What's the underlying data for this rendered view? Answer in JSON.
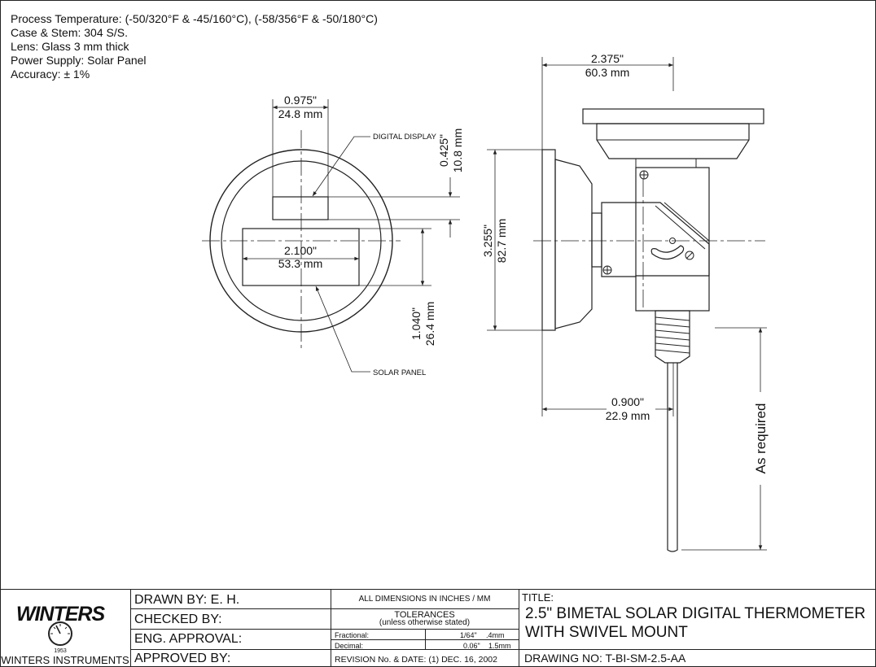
{
  "specs": [
    "Process Temperature: (-50/320°F & -45/160°C), (-58/356°F & -50/180°C)",
    "Case & Stem: 304 S/S.",
    "Lens: Glass 3 mm thick",
    "Power Supply: Solar Panel",
    "Accuracy: ± 1%"
  ],
  "front_view": {
    "dim_display_width_in": "0.975\"",
    "dim_display_width_mm": "24.8 mm",
    "label_display": "DIGITAL DISPLAY",
    "dim_display_height_in": "0.425\"",
    "dim_display_height_mm": "10.8 mm",
    "dim_panel_width_in": "2.100\"",
    "dim_panel_width_mm": "53.3 mm",
    "dim_panel_height_in": "1.040\"",
    "dim_panel_height_mm": "26.4 mm",
    "label_panel": "SOLAR PANEL"
  },
  "side_view": {
    "dim_top_in": "2.375\"",
    "dim_top_mm": "60.3 mm",
    "dim_height_in": "3.255\"",
    "dim_height_mm": "82.7 mm",
    "dim_depth_in": "0.900\"",
    "dim_depth_mm": "22.9 mm",
    "dim_stem": "As required"
  },
  "title_block": {
    "brand": "WINTERS",
    "year": "1953",
    "company": "WINTERS INSTRUMENTS",
    "drawn_by": "DRAWN BY: E. H.",
    "checked_by": "CHECKED BY:",
    "eng_approval": "ENG. APPROVAL:",
    "approved_by": "APPROVED BY:",
    "dimensions": "ALL DIMENSIONS IN INCHES / MM",
    "tolerances": "TOLERANCES",
    "tolerances_note": "(unless otherwise stated)",
    "fractional_label": "Fractional:",
    "fractional_in": "1/64\"",
    "fractional_mm": ".4mm",
    "decimal_label": "Decimal:",
    "decimal_in": "0.06\"",
    "decimal_mm": "1.5mm",
    "revision": "REVISION No. & DATE: (1) DEC. 16, 2002",
    "title_label": "TITLE:",
    "title_line1": "2.5\" BIMETAL SOLAR DIGITAL THERMOMETER",
    "title_line2": "WITH SWIVEL MOUNT",
    "drawing_no": "DRAWING NO: T-BI-SM-2.5-AA"
  },
  "colors": {
    "line": "#222222",
    "background": "#ffffff"
  }
}
